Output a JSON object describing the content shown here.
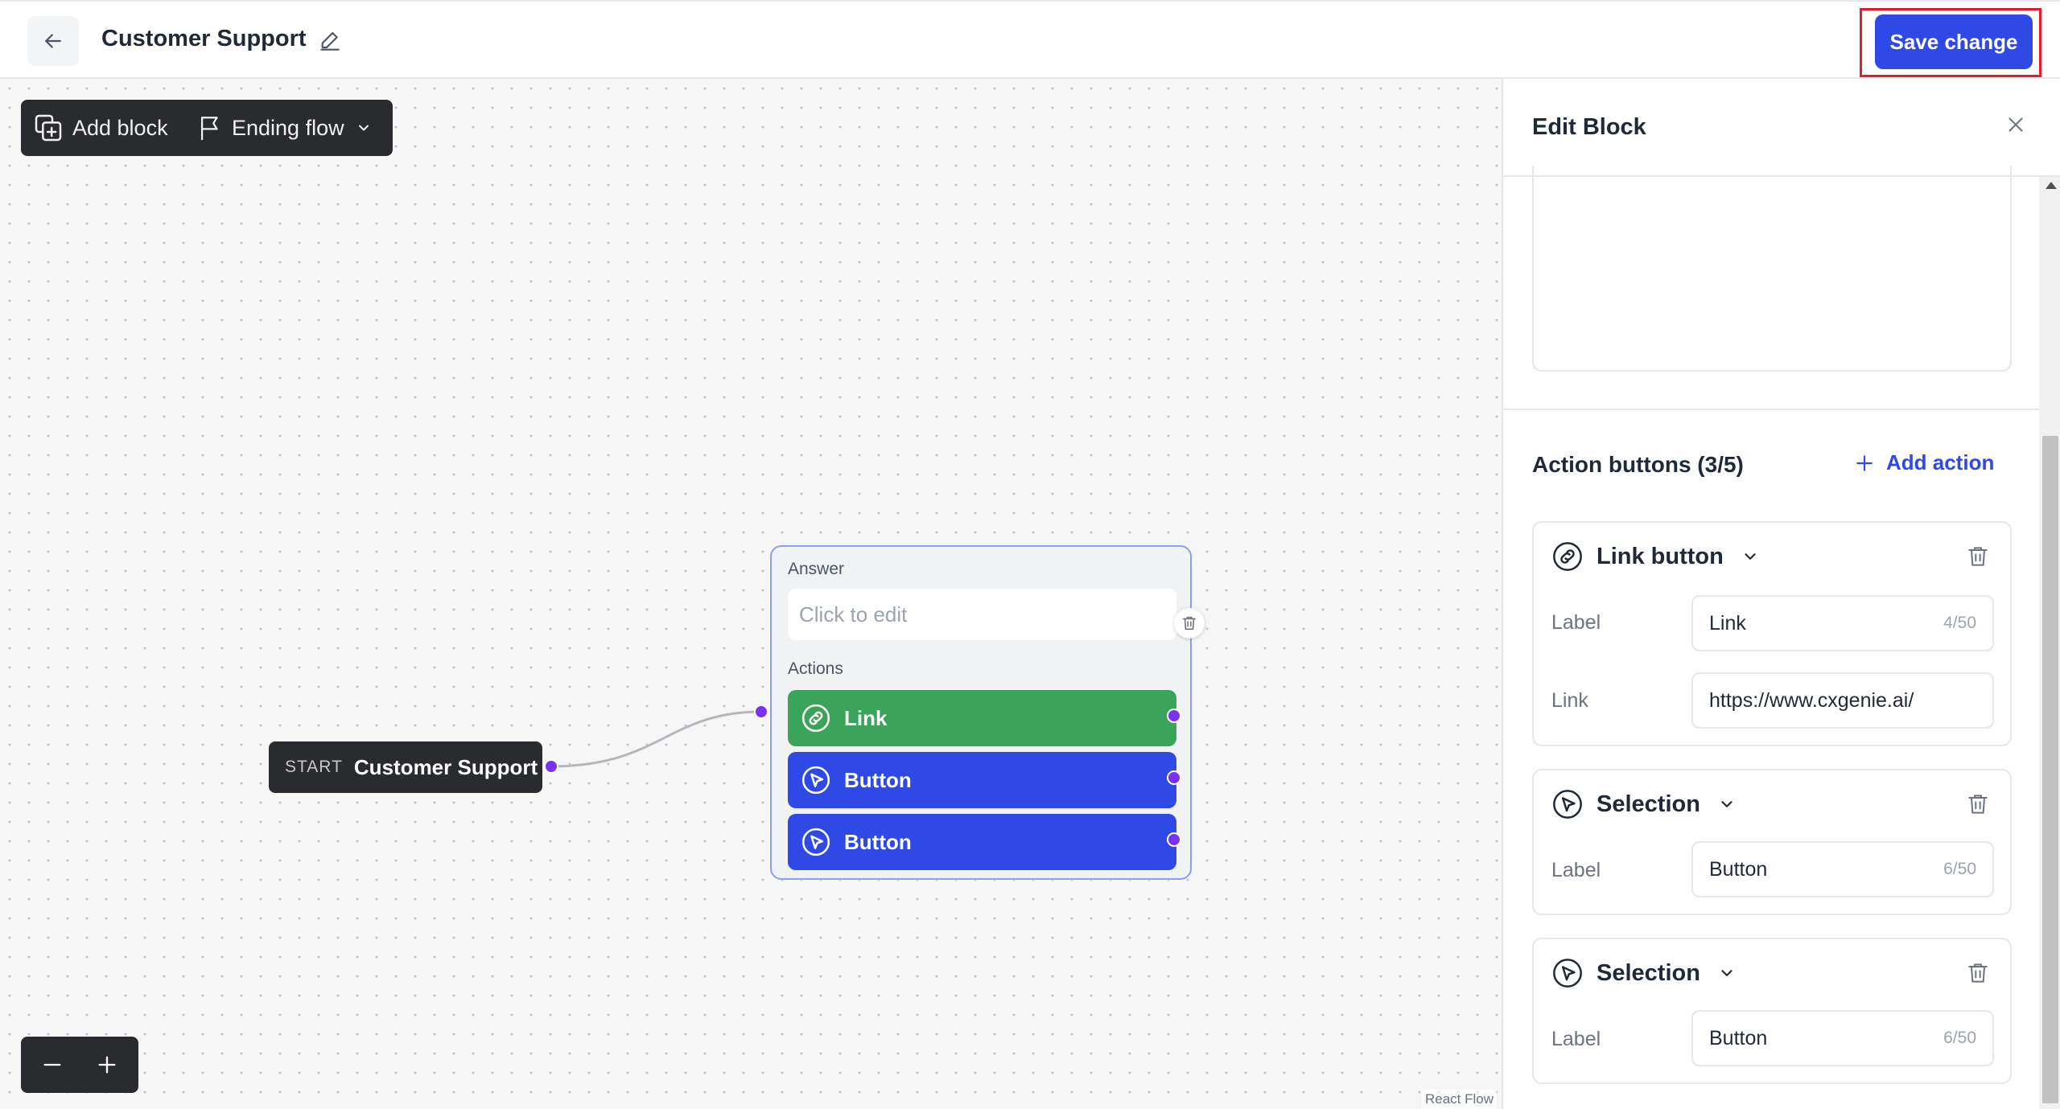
{
  "header": {
    "title": "Customer Support",
    "save_label": "Save change"
  },
  "toolbar": {
    "add_block_label": "Add block",
    "ending_flow_label": "Ending flow"
  },
  "canvas": {
    "start_tag": "START",
    "start_name": "Customer Support",
    "attribution": "React Flow",
    "block": {
      "answer_label": "Answer",
      "answer_placeholder": "Click to edit",
      "actions_label": "Actions",
      "actions": [
        {
          "label": "Link",
          "color": "#3aa55a"
        },
        {
          "label": "Button",
          "color": "#2f49e6"
        },
        {
          "label": "Button",
          "color": "#2f49e6"
        }
      ]
    }
  },
  "panel": {
    "title": "Edit Block",
    "section_title": "Action buttons (3/5)",
    "add_action_label": "Add action",
    "cards": [
      {
        "type": "Link button",
        "icon": "link-icon",
        "label_field": "Label",
        "label_value": "Link",
        "label_count": "4/50",
        "link_field": "Link",
        "link_value": "https://www.cxgenie.ai/"
      },
      {
        "type": "Selection",
        "icon": "selection-icon",
        "label_field": "Label",
        "label_value": "Button",
        "label_count": "6/50"
      },
      {
        "type": "Selection",
        "icon": "selection-icon",
        "label_field": "Label",
        "label_value": "Button",
        "label_count": "6/50"
      }
    ]
  },
  "colors": {
    "accent": "#2f49e6",
    "link_green": "#3aa55a",
    "handle_purple": "#7c2ff5",
    "highlight_red": "#e11d2a"
  }
}
